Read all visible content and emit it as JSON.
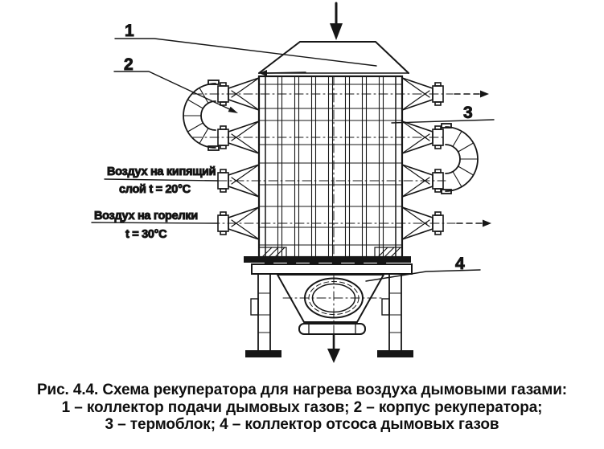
{
  "diagram": {
    "part_labels": {
      "p1": "1",
      "p2": "2",
      "p3": "3",
      "p4": "4"
    },
    "annotations": {
      "air_fluidized_bed_line1": "Воздух на кипящий",
      "air_fluidized_bed_line2": "слой t = 20°C",
      "air_burners_line1": "Воздух на горелки",
      "air_burners_line2": "t = 30°C"
    },
    "ink_color": "#161616"
  },
  "caption": {
    "line1": "Рис. 4.4. Схема рекуператора для нагрева воздуха дымовыми газами:",
    "line2": "1 – коллектор подачи дымовых газов; 2 – корпус рекуператора;",
    "line3": "3 – термоблок; 4 – коллектор отсоса дымовых газов"
  }
}
